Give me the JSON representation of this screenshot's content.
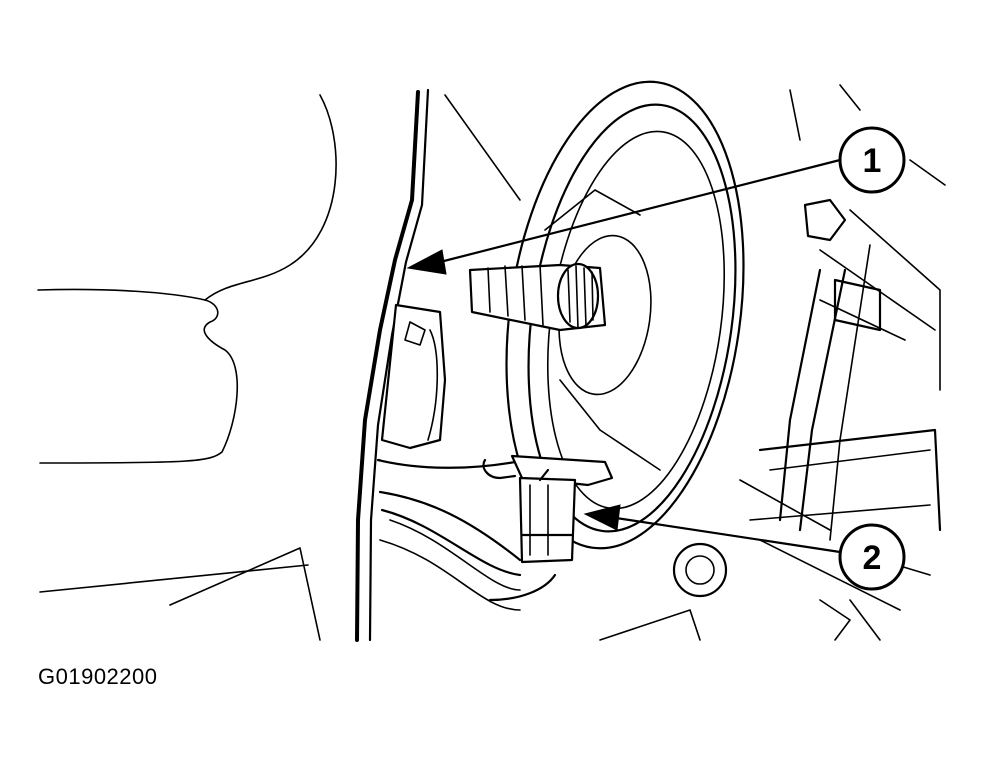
{
  "figure": {
    "id_label": "G01902200"
  },
  "callouts": [
    {
      "number": "1"
    },
    {
      "number": "2"
    }
  ]
}
